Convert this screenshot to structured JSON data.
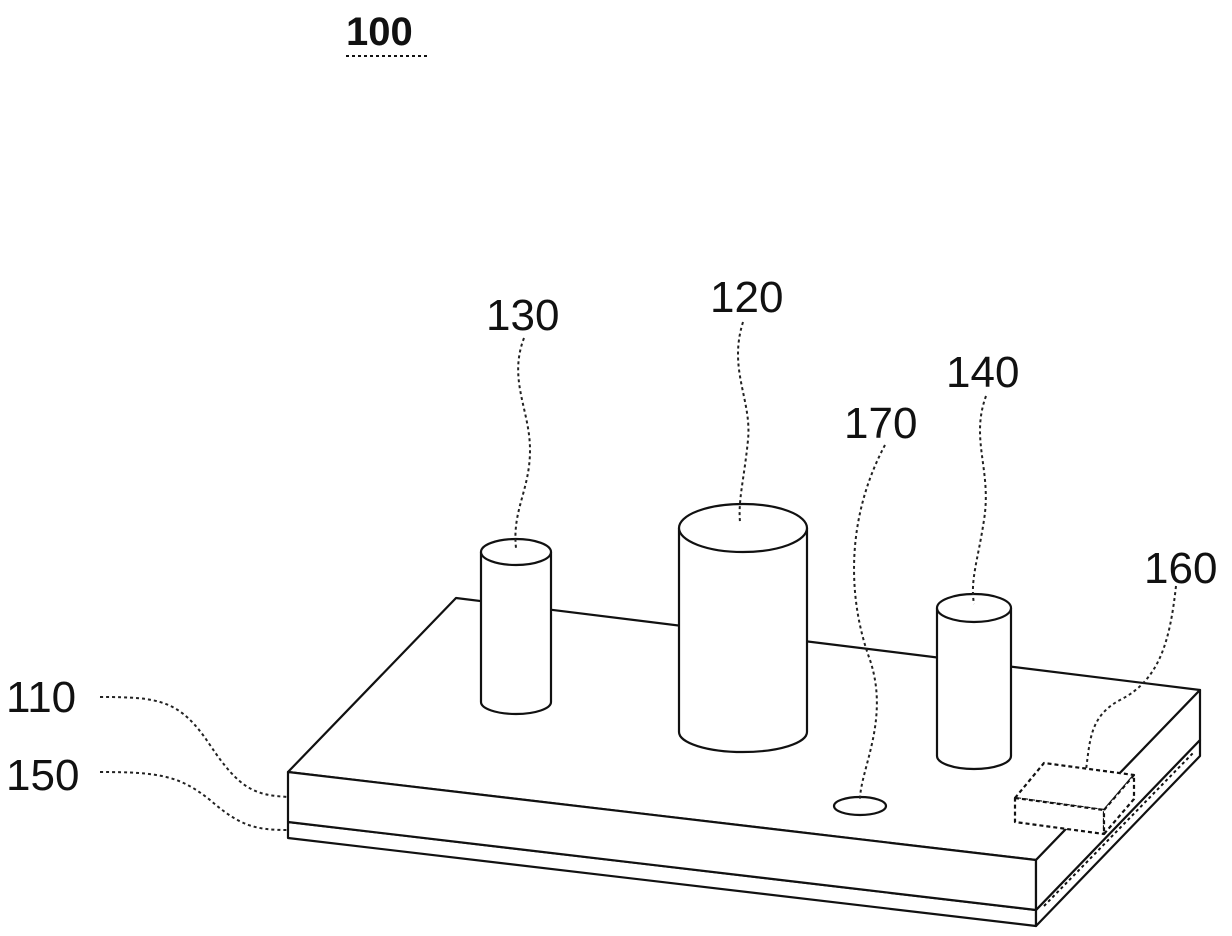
{
  "figure": {
    "title_ref": "100",
    "labels": {
      "main_body": "110",
      "large_cylinder": "120",
      "left_cylinder": "130",
      "right_cylinder": "140",
      "base_layer": "150",
      "small_box": "160",
      "small_hole": "170"
    }
  }
}
